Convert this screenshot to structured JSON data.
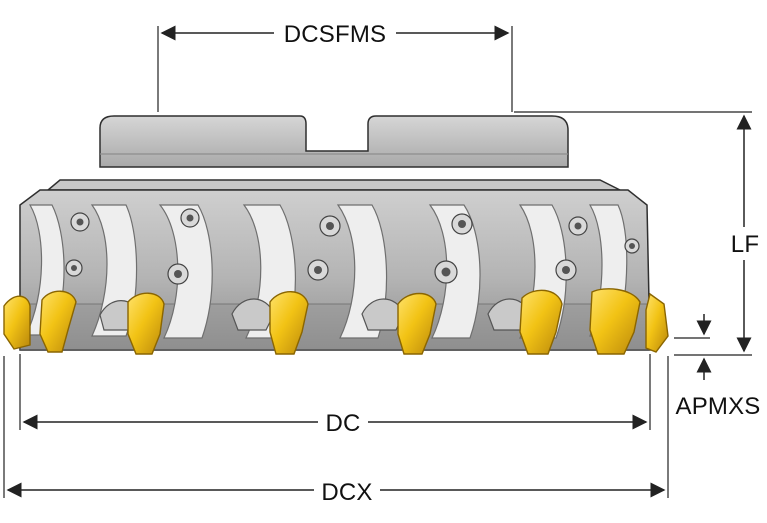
{
  "labels": {
    "dcsfms": "DCSFMS",
    "lf": "LF",
    "dc": "DC",
    "dcx": "DCX",
    "apmxs": "APMXS"
  },
  "colors": {
    "body_light": "#bdbdbd",
    "body_mid": "#a8a8a8",
    "body_dark": "#858585",
    "insert_yellow": "#f2c315",
    "insert_shadow": "#b8860b",
    "line": "#222222"
  },
  "icons": {
    "tool": "face-milling-cutter-icon",
    "inserts": "cutting-insert-icon"
  }
}
